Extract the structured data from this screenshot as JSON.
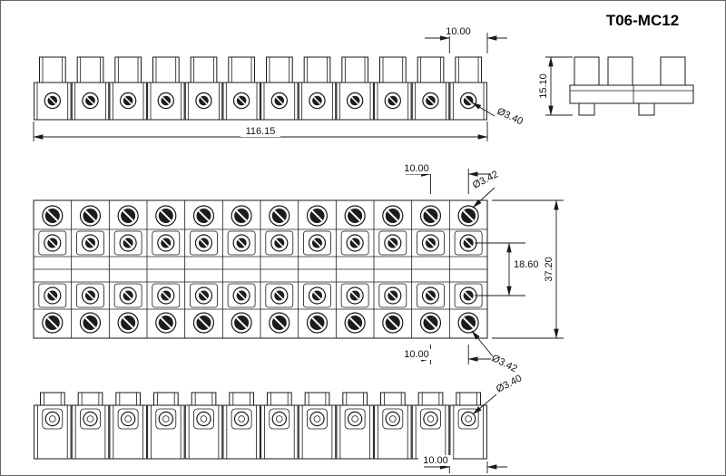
{
  "title": "T06-MC12",
  "drawing": {
    "poles": 12,
    "ink_color": "#1a1a1a"
  },
  "front_view": {
    "overall_length": "116.15",
    "pitch": "10.00",
    "hole_diameter": "Ø3.40"
  },
  "side_view": {
    "height": "15.10"
  },
  "plan_view": {
    "pitch_top": "10.00",
    "hole_top": "Ø3.42",
    "row_spacing": "18.60",
    "overall_width": "37.20",
    "pitch_bottom": "10.00",
    "hole_bottom": "Ø3.42"
  },
  "bottom_view": {
    "hole_diameter": "Ø3.40",
    "pitch": "10.00"
  }
}
